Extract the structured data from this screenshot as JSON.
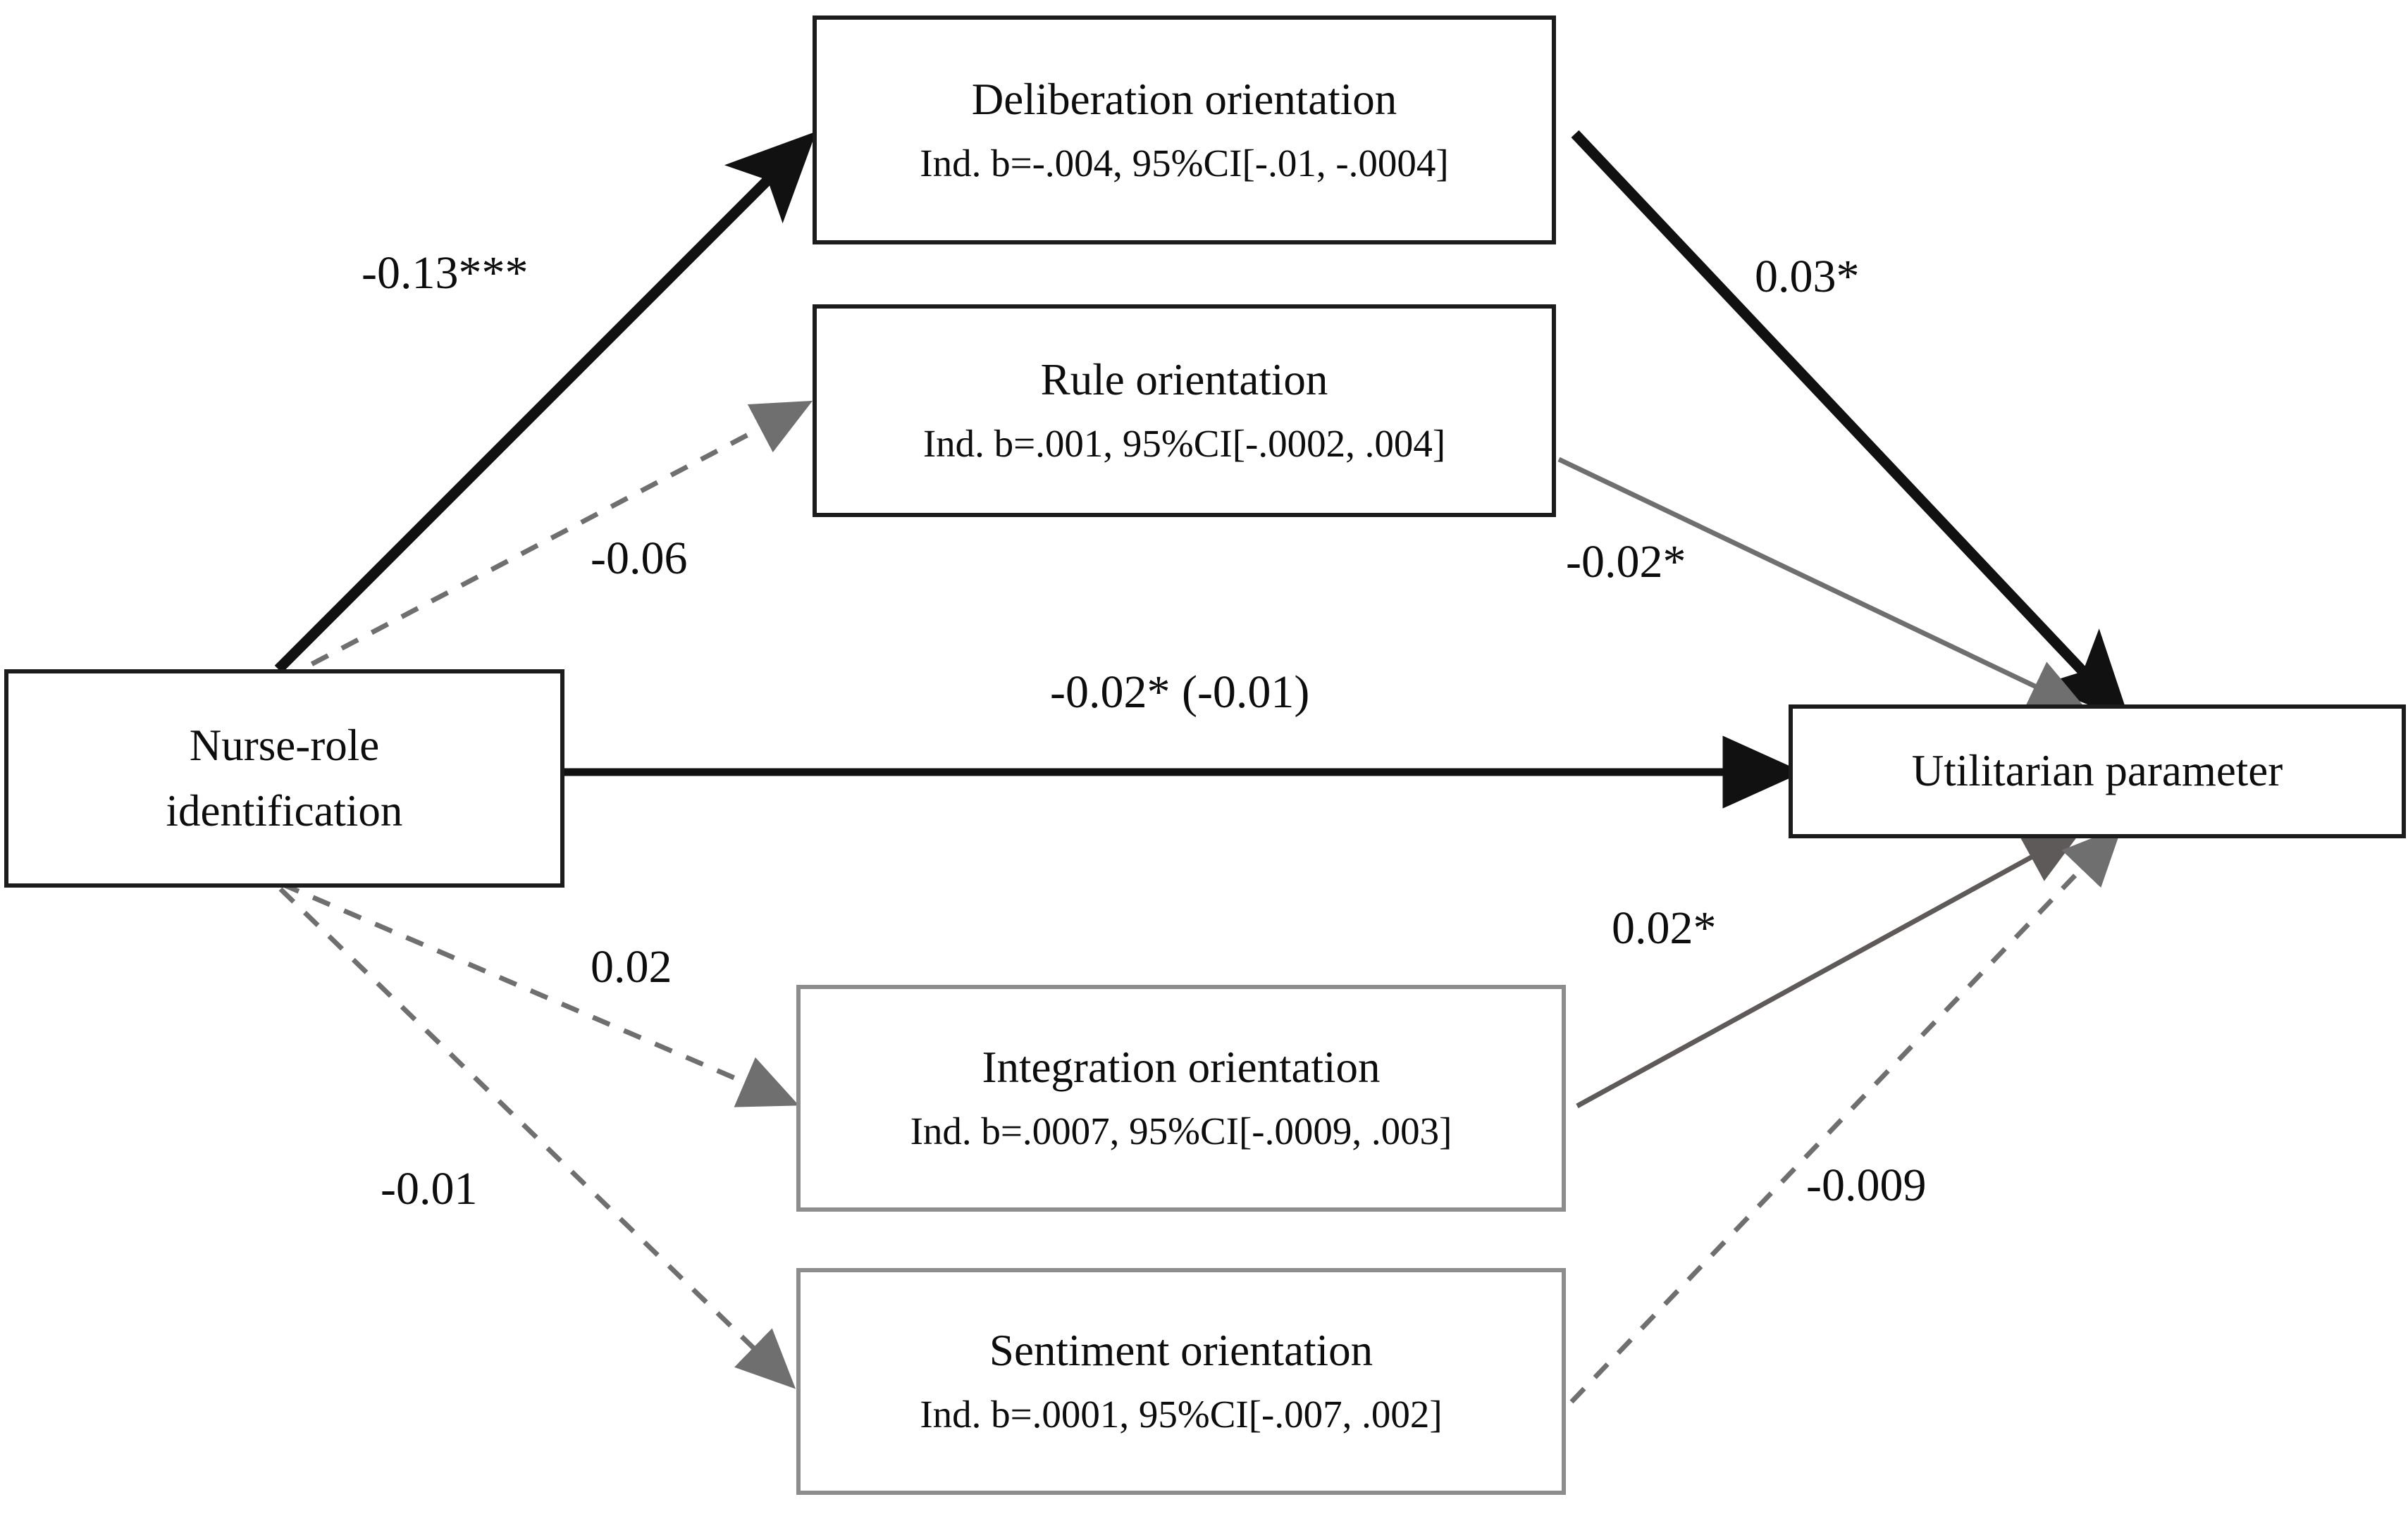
{
  "diagram": {
    "type": "path-diagram",
    "nodes": [
      {
        "id": "nurse-role-identification",
        "title": "Nurse-role\nidentification",
        "title_line1": "Nurse-role",
        "title_line2": "identification",
        "sub": "",
        "border": "#1c1c1c"
      },
      {
        "id": "deliberation-orientation",
        "title": "Deliberation orientation",
        "sub": "Ind. b=-.004, 95%CI[-.01, -.0004]",
        "border": "#1c1c1c"
      },
      {
        "id": "rule-orientation",
        "title": "Rule orientation",
        "sub": "Ind. b=.001, 95%CI[-.0002, .004]",
        "border": "#1c1c1c"
      },
      {
        "id": "integration-orientation",
        "title": "Integration orientation",
        "sub": "Ind. b=.0007, 95%CI[-.0009, .003]",
        "border": "#8d8d8d"
      },
      {
        "id": "sentiment-orientation",
        "title": "Sentiment orientation",
        "sub": "Ind. b=.0001, 95%CI[-.007, .002]",
        "border": "#8d8d8d"
      },
      {
        "id": "utilitarian-parameter",
        "title": "Utilitarian parameter",
        "sub": "",
        "border": "#1c1c1c"
      }
    ],
    "edges": [
      {
        "id": "nurse-to-deliberation",
        "from": "nurse-role-identification",
        "to": "deliberation-orientation",
        "label": "-0.13***",
        "style": "solid",
        "color": "#111111",
        "weight": "thick",
        "significance": "***"
      },
      {
        "id": "nurse-to-rule",
        "from": "nurse-role-identification",
        "to": "rule-orientation",
        "label": "-0.06",
        "style": "dashed",
        "color": "#6f6f6f",
        "weight": "thin",
        "significance": ""
      },
      {
        "id": "nurse-to-integration",
        "from": "nurse-role-identification",
        "to": "integration-orientation",
        "label": "0.02",
        "style": "dashed",
        "color": "#6f6f6f",
        "weight": "thin",
        "significance": ""
      },
      {
        "id": "nurse-to-sentiment",
        "from": "nurse-role-identification",
        "to": "sentiment-orientation",
        "label": "-0.01",
        "style": "dashed",
        "color": "#6f6f6f",
        "weight": "thin",
        "significance": ""
      },
      {
        "id": "deliberation-to-utilitarian",
        "from": "deliberation-orientation",
        "to": "utilitarian-parameter",
        "label": "0.03*",
        "style": "solid",
        "color": "#111111",
        "weight": "thick",
        "significance": "*"
      },
      {
        "id": "rule-to-utilitarian",
        "from": "rule-orientation",
        "to": "utilitarian-parameter",
        "label": "-0.02*",
        "style": "solid",
        "color": "#6f6f6f",
        "weight": "thin",
        "significance": "*"
      },
      {
        "id": "integration-to-utilitarian",
        "from": "integration-orientation",
        "to": "utilitarian-parameter",
        "label": "0.02*",
        "style": "solid",
        "color": "#5e5a5a",
        "weight": "thin",
        "significance": "*"
      },
      {
        "id": "sentiment-to-utilitarian",
        "from": "sentiment-orientation",
        "to": "utilitarian-parameter",
        "label": "-0.009",
        "style": "dashed",
        "color": "#6f6f6f",
        "weight": "thin",
        "significance": ""
      },
      {
        "id": "nurse-to-utilitarian-direct",
        "from": "nurse-role-identification",
        "to": "utilitarian-parameter",
        "label": "-0.02* (-0.01)",
        "style": "solid",
        "color": "#111111",
        "weight": "medium",
        "significance": "*"
      }
    ]
  }
}
